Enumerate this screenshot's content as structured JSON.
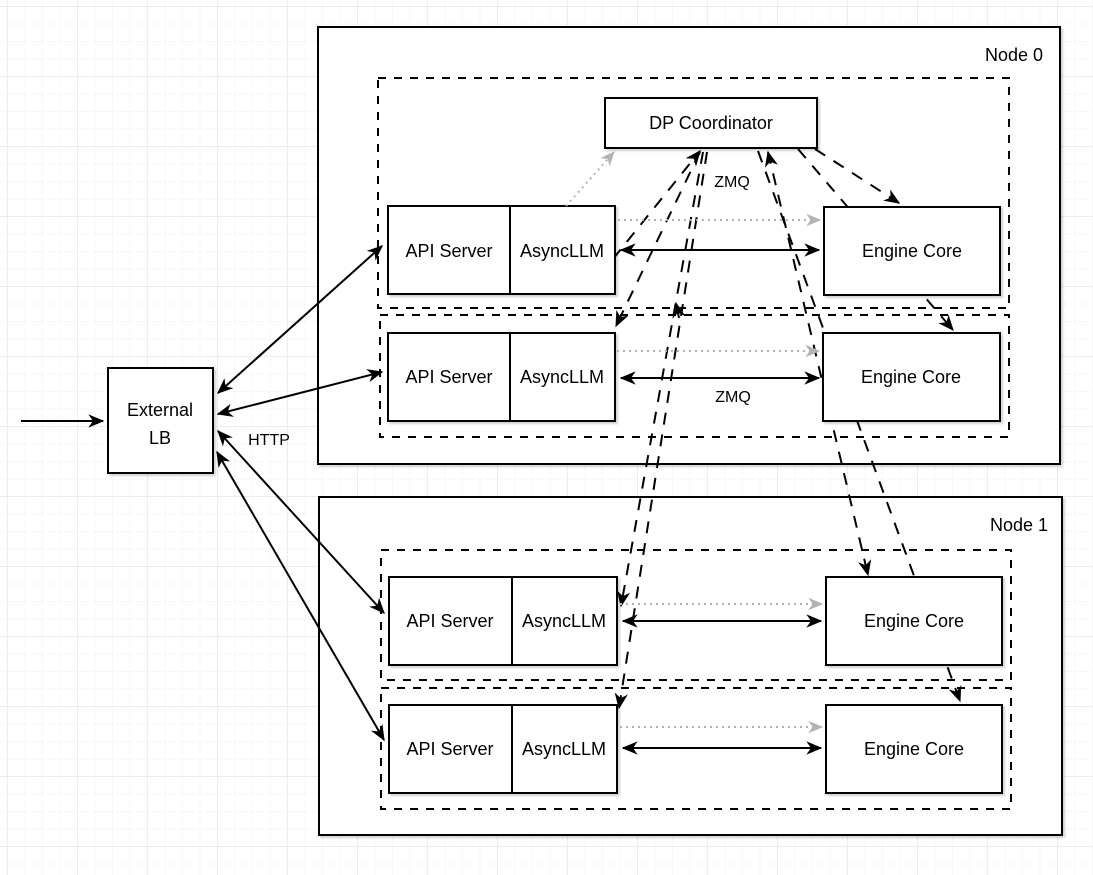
{
  "external_lb": {
    "label_line1": "External",
    "label_line2": "LB"
  },
  "dp_coordinator": {
    "label": "DP Coordinator"
  },
  "edge_labels": {
    "http": "HTTP",
    "zmq_top": "ZMQ",
    "zmq_mid": "ZMQ"
  },
  "nodes": [
    {
      "label": "Node 0",
      "ranks": [
        {
          "api_server": "API Server",
          "async_llm": "AsyncLLM",
          "engine_core": "Engine Core"
        },
        {
          "api_server": "API Server",
          "async_llm": "AsyncLLM",
          "engine_core": "Engine Core"
        }
      ]
    },
    {
      "label": "Node 1",
      "ranks": [
        {
          "api_server": "API Server",
          "async_llm": "AsyncLLM",
          "engine_core": "Engine Core"
        },
        {
          "api_server": "API Server",
          "async_llm": "AsyncLLM",
          "engine_core": "Engine Core"
        }
      ]
    }
  ],
  "colors": {
    "stroke": "#000000",
    "muted_arrow": "#b3b3b3",
    "box_fill": "#ffffff"
  }
}
